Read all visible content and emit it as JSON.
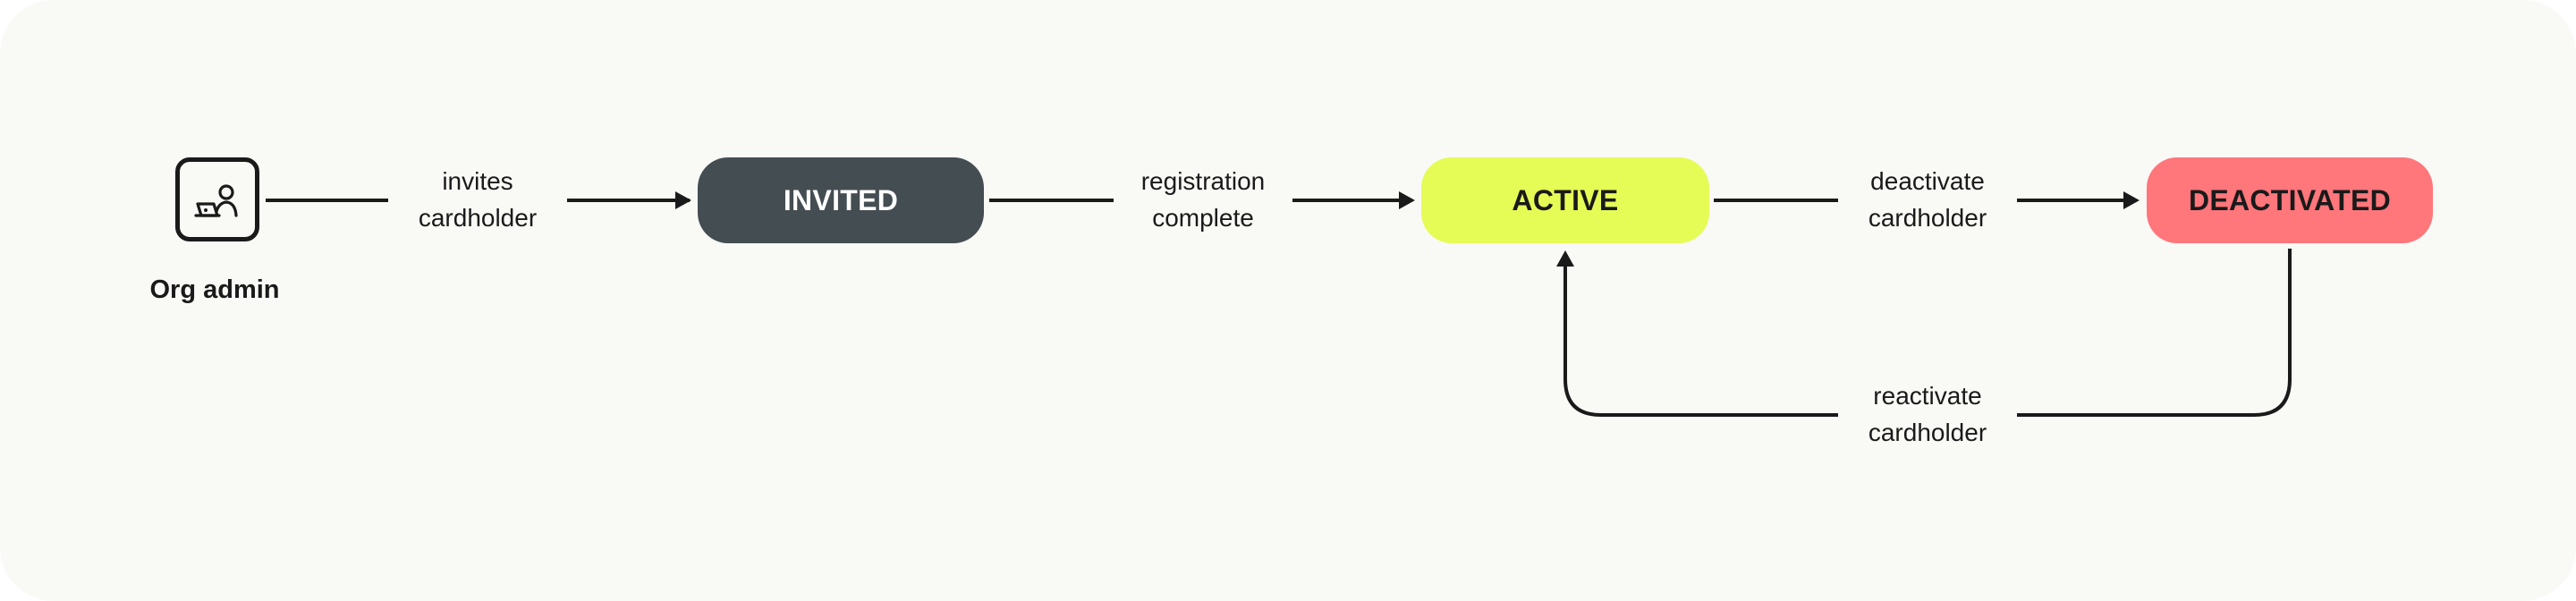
{
  "actor": {
    "icon": "person-at-laptop-icon",
    "label": "Org admin"
  },
  "states": {
    "invited": "INVITED",
    "active": "ACTIVE",
    "deactivated": "DEACTIVATED"
  },
  "transitions": {
    "invites": [
      "invites",
      "cardholder"
    ],
    "registration": [
      "registration",
      "complete"
    ],
    "deactivate": [
      "deactivate",
      "cardholder"
    ],
    "reactivate": [
      "reactivate",
      "cardholder"
    ]
  },
  "colors": {
    "background": "#f9f9f6",
    "invited": "#444d52",
    "active": "#e6fc56",
    "deactivated": "#ff767b",
    "line": "#1a1a1a"
  }
}
